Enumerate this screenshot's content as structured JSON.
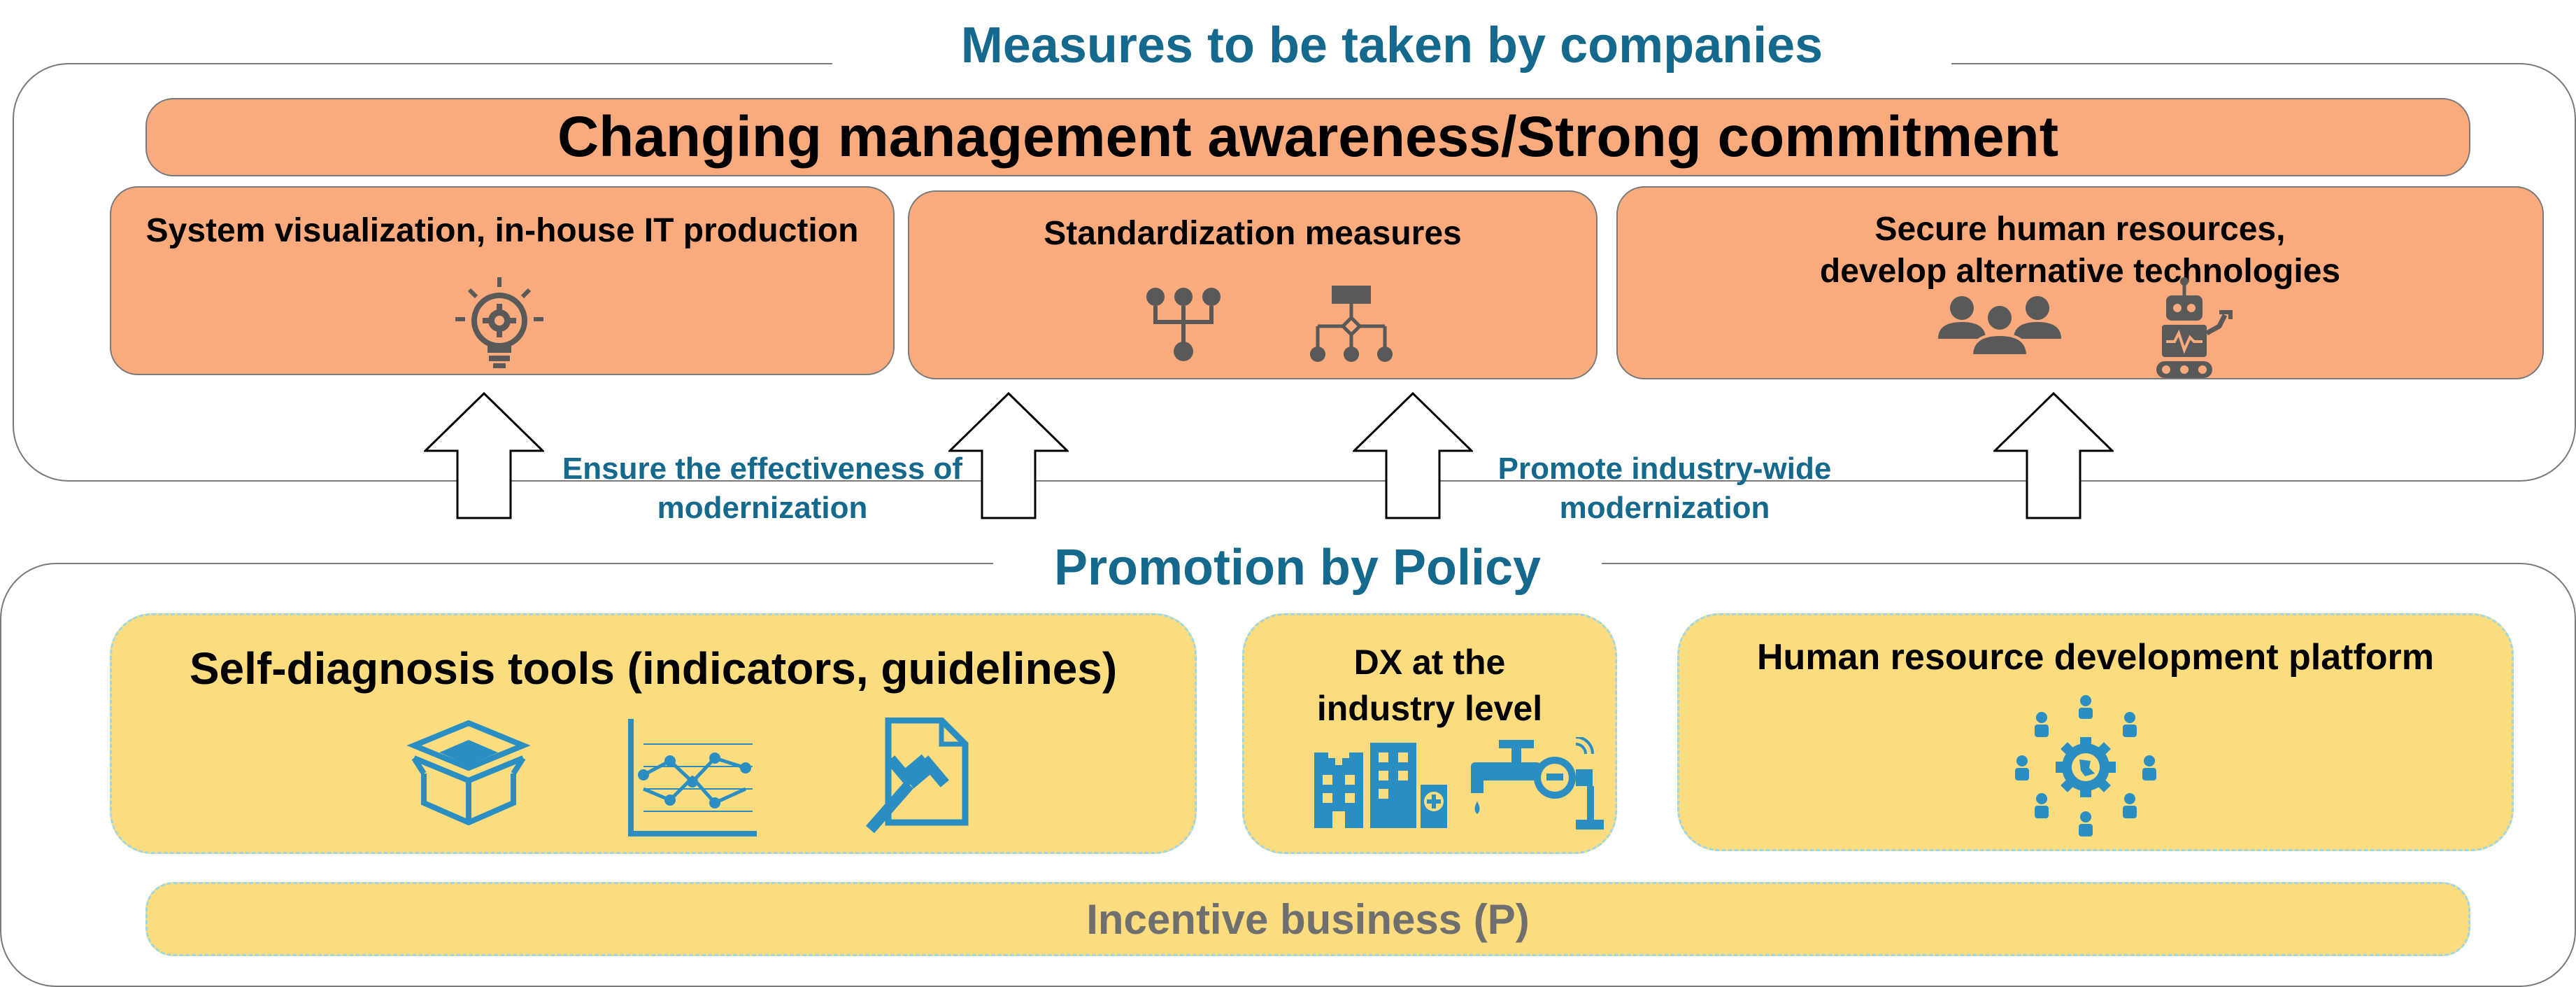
{
  "top": {
    "title": "Measures to be taken by companies",
    "banner": "Changing management awareness/Strong commitment",
    "boxes": [
      {
        "line1": "System visualization, in-house IT production",
        "line2": ""
      },
      {
        "line1": "Standardization measures",
        "line2": ""
      },
      {
        "line1": "Secure human resources,",
        "line2": "develop alternative technologies"
      }
    ]
  },
  "arrows": {
    "label_left": {
      "line1": "Ensure the effectiveness of",
      "line2": "modernization"
    },
    "label_right": {
      "line1": "Promote industry-wide",
      "line2": "modernization"
    }
  },
  "bottom": {
    "title": "Promotion by Policy",
    "boxes": [
      {
        "line1": "Self-diagnosis tools (indicators, guidelines)",
        "line2": ""
      },
      {
        "line1": "DX at the",
        "line2": "industry level"
      },
      {
        "line1": "Human resource development platform",
        "line2": ""
      }
    ],
    "incentive": "Incentive business (P)"
  },
  "colors": {
    "accent": "#14698c",
    "orange": "#f9ab7e",
    "yellow": "#fbdc7f",
    "icon_gray": "#595959",
    "icon_blue": "#2a8ec2"
  }
}
